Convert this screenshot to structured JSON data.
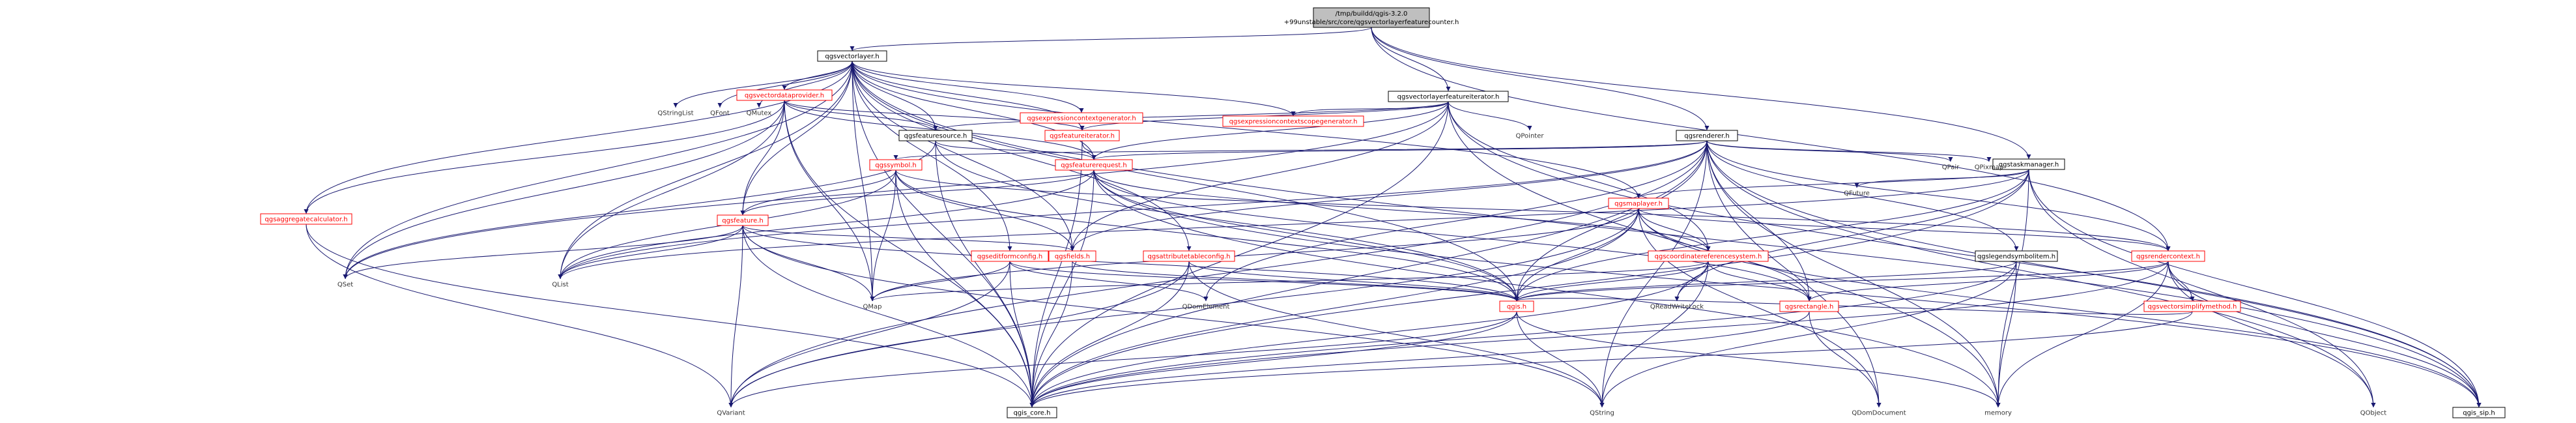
{
  "diagram": {
    "type": "include-dependency-graph",
    "colors": {
      "edge": "#191970",
      "root_fill": "#bfbfbf",
      "link_border": "#000000",
      "external_border": "#ff0000",
      "external_text": "#ff0000"
    },
    "nodes": [
      {
        "id": "root",
        "lines": [
          "/tmp/buildd/qgis-3.2.0",
          "+99unstable/src/core/qgsvectorlayerfeaturecounter.h"
        ],
        "style": "root"
      },
      {
        "id": "qgsvectorlayer",
        "lines": [
          "qgsvectorlayer.h"
        ],
        "style": "normal"
      },
      {
        "id": "qgsvectorlayerfeatureiterator",
        "lines": [
          "qgsvectorlayerfeatureiterator.h"
        ],
        "style": "normal"
      },
      {
        "id": "qgsrenderer",
        "lines": [
          "qgsrenderer.h"
        ],
        "style": "normal"
      },
      {
        "id": "qgstaskmanager",
        "lines": [
          "qgstaskmanager.h"
        ],
        "style": "normal"
      },
      {
        "id": "QStringList",
        "lines": [
          "QStringList"
        ],
        "style": "plain"
      },
      {
        "id": "QFont",
        "lines": [
          "QFont"
        ],
        "style": "plain"
      },
      {
        "id": "QMutex",
        "lines": [
          "QMutex"
        ],
        "style": "plain"
      },
      {
        "id": "qgsvectordataprovider",
        "lines": [
          "qgsvectordataprovider.h"
        ],
        "style": "red"
      },
      {
        "id": "qgsexpressioncontextgenerator",
        "lines": [
          "qgsexpressioncontextgenerator.h"
        ],
        "style": "red"
      },
      {
        "id": "qgsexpressioncontextscopegenerator",
        "lines": [
          "qgsexpressioncontextscopegenerator.h"
        ],
        "style": "red"
      },
      {
        "id": "qgsfeaturesource",
        "lines": [
          "qgsfeaturesource.h"
        ],
        "style": "normal"
      },
      {
        "id": "qgsfeatureiterator",
        "lines": [
          "qgsfeatureiterator.h"
        ],
        "style": "red"
      },
      {
        "id": "QPointer",
        "lines": [
          "QPointer"
        ],
        "style": "plain"
      },
      {
        "id": "qgsfeaturerequest",
        "lines": [
          "qgsfeaturerequest.h"
        ],
        "style": "red"
      },
      {
        "id": "qgssymbol",
        "lines": [
          "qgssymbol.h"
        ],
        "style": "red"
      },
      {
        "id": "qgsaggregatecalculator",
        "lines": [
          "qgsaggregatecalculator.h"
        ],
        "style": "red"
      },
      {
        "id": "qgsfeature",
        "lines": [
          "qgsfeature.h"
        ],
        "style": "red"
      },
      {
        "id": "qgsmaplayer",
        "lines": [
          "qgsmaplayer.h"
        ],
        "style": "red"
      },
      {
        "id": "QFuture",
        "lines": [
          "QFuture"
        ],
        "style": "plain"
      },
      {
        "id": "QPair",
        "lines": [
          "QPair"
        ],
        "style": "plain"
      },
      {
        "id": "QPixmap",
        "lines": [
          "QPixmap"
        ],
        "style": "plain"
      },
      {
        "id": "qgseditformconfig",
        "lines": [
          "qgseditformconfig.h"
        ],
        "style": "red"
      },
      {
        "id": "qgsfields",
        "lines": [
          "qgsfields.h"
        ],
        "style": "red"
      },
      {
        "id": "qgsattributetableconfig",
        "lines": [
          "qgsattributetableconfig.h"
        ],
        "style": "red"
      },
      {
        "id": "qgscoordinatereferencesystem",
        "lines": [
          "qgscoordinatereferencesystem.h"
        ],
        "style": "red"
      },
      {
        "id": "qgslegendsymbolitem",
        "lines": [
          "qgslegendsymbolitem.h"
        ],
        "style": "normal"
      },
      {
        "id": "qgsrendercontext",
        "lines": [
          "qgsrendercontext.h"
        ],
        "style": "red"
      },
      {
        "id": "QSet",
        "lines": [
          "QSet"
        ],
        "style": "plain"
      },
      {
        "id": "QList",
        "lines": [
          "QList"
        ],
        "style": "plain"
      },
      {
        "id": "QMap",
        "lines": [
          "QMap"
        ],
        "style": "plain"
      },
      {
        "id": "QDomElement",
        "lines": [
          "QDomElement"
        ],
        "style": "plain"
      },
      {
        "id": "qgis",
        "lines": [
          "qgis.h"
        ],
        "style": "red"
      },
      {
        "id": "QReadWriteLock",
        "lines": [
          "QReadWriteLock"
        ],
        "style": "plain"
      },
      {
        "id": "qgsrectangle",
        "lines": [
          "qgsrectangle.h"
        ],
        "style": "red"
      },
      {
        "id": "qgsvectorsimplifymethod",
        "lines": [
          "qgsvectorsimplifymethod.h"
        ],
        "style": "red"
      },
      {
        "id": "QVariant",
        "lines": [
          "QVariant"
        ],
        "style": "plain"
      },
      {
        "id": "qgis_core",
        "lines": [
          "qgis_core.h"
        ],
        "style": "normal"
      },
      {
        "id": "QString",
        "lines": [
          "QString"
        ],
        "style": "plain"
      },
      {
        "id": "QDomDocument",
        "lines": [
          "QDomDocument"
        ],
        "style": "plain"
      },
      {
        "id": "memory",
        "lines": [
          "memory"
        ],
        "style": "plain"
      },
      {
        "id": "QObject",
        "lines": [
          "QObject"
        ],
        "style": "plain"
      },
      {
        "id": "qgis_sip",
        "lines": [
          "qgis_sip.h"
        ],
        "style": "normal"
      }
    ],
    "edges": [
      [
        "root",
        "qgsvectorlayer"
      ],
      [
        "root",
        "qgsvectorlayerfeatureiterator"
      ],
      [
        "root",
        "qgsrenderer"
      ],
      [
        "root",
        "qgstaskmanager"
      ],
      [
        "root",
        "qgsrendercontext"
      ],
      [
        "qgsvectorlayer",
        "QStringList"
      ],
      [
        "qgsvectorlayer",
        "QFont"
      ],
      [
        "qgsvectorlayer",
        "QMutex"
      ],
      [
        "qgsvectorlayer",
        "qgsvectordataprovider"
      ],
      [
        "qgsvectorlayer",
        "qgsexpressioncontextgenerator"
      ],
      [
        "qgsvectorlayer",
        "qgsexpressioncontextscopegenerator"
      ],
      [
        "qgsvectorlayer",
        "qgsfeaturesource"
      ],
      [
        "qgsvectorlayer",
        "qgsfeatureiterator"
      ],
      [
        "qgsvectorlayer",
        "qgsfeaturerequest"
      ],
      [
        "qgsvectorlayer",
        "qgsaggregatecalculator"
      ],
      [
        "qgsvectorlayer",
        "qgsfeature"
      ],
      [
        "qgsvectorlayer",
        "qgsmaplayer"
      ],
      [
        "qgsvectorlayer",
        "qgseditformconfig"
      ],
      [
        "qgsvectorlayer",
        "qgsfields"
      ],
      [
        "qgsvectorlayer",
        "qgsattributetableconfig"
      ],
      [
        "qgsvectorlayer",
        "QSet"
      ],
      [
        "qgsvectorlayer",
        "QList"
      ],
      [
        "qgsvectorlayer",
        "QMap"
      ],
      [
        "qgsvectorlayer",
        "qgis"
      ],
      [
        "qgsvectorlayer",
        "qgis_core"
      ],
      [
        "qgsvectorlayer",
        "qgis_sip"
      ],
      [
        "qgsvectordataprovider",
        "qgsfeaturesource"
      ],
      [
        "qgsvectordataprovider",
        "qgsfeaturerequest"
      ],
      [
        "qgsvectordataprovider",
        "qgsaggregatecalculator"
      ],
      [
        "qgsvectordataprovider",
        "qgsfeature"
      ],
      [
        "qgsvectordataprovider",
        "QSet"
      ],
      [
        "qgsvectordataprovider",
        "QList"
      ],
      [
        "qgsvectordataprovider",
        "QMap"
      ],
      [
        "qgsvectordataprovider",
        "qgis_core"
      ],
      [
        "qgsvectordataprovider",
        "qgsfeatureiterator"
      ],
      [
        "qgsvectorlayerfeatureiterator",
        "qgsfeaturesource"
      ],
      [
        "qgsvectorlayerfeatureiterator",
        "qgsfeatureiterator"
      ],
      [
        "qgsvectorlayerfeatureiterator",
        "qgsexpressioncontextscopegenerator"
      ],
      [
        "qgsvectorlayerfeatureiterator",
        "QPointer"
      ],
      [
        "qgsvectorlayerfeatureiterator",
        "qgsfields"
      ],
      [
        "qgsvectorlayerfeatureiterator",
        "QSet"
      ],
      [
        "qgsvectorlayerfeatureiterator",
        "qgis_core"
      ],
      [
        "qgsvectorlayerfeatureiterator",
        "qgis_sip"
      ],
      [
        "qgsvectorlayerfeatureiterator",
        "qgscoordinatereferencesystem"
      ],
      [
        "qgsvectorlayerfeatureiterator",
        "memory"
      ],
      [
        "qgsvectorlayerfeatureiterator",
        "qgsfeaturerequest"
      ],
      [
        "qgsfeaturesource",
        "qgsfeaturerequest"
      ],
      [
        "qgsfeaturesource",
        "QSet"
      ],
      [
        "qgsfeaturesource",
        "qgis_core"
      ],
      [
        "qgsfeaturesource",
        "qgis"
      ],
      [
        "qgsfeatureiterator",
        "qgsfeaturerequest"
      ],
      [
        "qgsfeatureiterator",
        "qgis_core"
      ],
      [
        "qgsfeaturerequest",
        "qgsfeature"
      ],
      [
        "qgsfeaturerequest",
        "qgsrectangle"
      ],
      [
        "qgsfeaturerequest",
        "QList"
      ],
      [
        "qgsfeaturerequest",
        "qgis"
      ],
      [
        "qgsfeaturerequest",
        "qgis_core"
      ],
      [
        "qgsfeaturerequest",
        "memory"
      ],
      [
        "qgsfeaturerequest",
        "qgis_sip"
      ],
      [
        "qgsfeaturerequest",
        "qgscoordinatereferencesystem"
      ],
      [
        "qgsrenderer",
        "qgssymbol"
      ],
      [
        "qgsrenderer",
        "qgsfields"
      ],
      [
        "qgsrenderer",
        "qgsfeaturerequest"
      ],
      [
        "qgsrenderer",
        "qgis"
      ],
      [
        "qgsrenderer",
        "qgis_core"
      ],
      [
        "qgsrenderer",
        "qgis_sip"
      ],
      [
        "qgsrenderer",
        "QList"
      ],
      [
        "qgsrenderer",
        "QPair"
      ],
      [
        "qgsrenderer",
        "QPixmap"
      ],
      [
        "qgsrenderer",
        "QDomElement"
      ],
      [
        "qgsrenderer",
        "QDomDocument"
      ],
      [
        "qgsrenderer",
        "qgslegendsymbolitem"
      ],
      [
        "qgsrenderer",
        "qgsrendercontext"
      ],
      [
        "qgsrenderer",
        "QString"
      ],
      [
        "qgsrenderer",
        "QVariant"
      ],
      [
        "qgsrenderer",
        "memory"
      ],
      [
        "qgsrenderer",
        "QObject"
      ],
      [
        "qgsrenderer",
        "qgsrectangle"
      ],
      [
        "qgssymbol",
        "qgsfeature"
      ],
      [
        "qgssymbol",
        "qgsfields"
      ],
      [
        "qgssymbol",
        "QList"
      ],
      [
        "qgssymbol",
        "QMap"
      ],
      [
        "qgssymbol",
        "qgis"
      ],
      [
        "qgssymbol",
        "qgis_core"
      ],
      [
        "qgssymbol",
        "qgsrendercontext"
      ],
      [
        "qgsaggregatecalculator",
        "qgis_core"
      ],
      [
        "qgsaggregatecalculator",
        "QVariant"
      ],
      [
        "qgsfeature",
        "QSet"
      ],
      [
        "qgsfeature",
        "QList"
      ],
      [
        "qgsfeature",
        "QMap"
      ],
      [
        "qgsfeature",
        "QVariant"
      ],
      [
        "qgsfeature",
        "qgsfields"
      ],
      [
        "qgsfeature",
        "qgis"
      ],
      [
        "qgsfeature",
        "qgis_core"
      ],
      [
        "qgsfeature",
        "QString"
      ],
      [
        "qgstaskmanager",
        "qgsmaplayer"
      ],
      [
        "qgstaskmanager",
        "QFuture"
      ],
      [
        "qgstaskmanager",
        "qgis"
      ],
      [
        "qgstaskmanager",
        "QObject"
      ],
      [
        "qgstaskmanager",
        "qgis_core"
      ],
      [
        "qgstaskmanager",
        "QReadWriteLock"
      ],
      [
        "qgstaskmanager",
        "QList"
      ],
      [
        "qgstaskmanager",
        "qgis_sip"
      ],
      [
        "qgstaskmanager",
        "memory"
      ],
      [
        "qgsmaplayer",
        "qgis"
      ],
      [
        "qgsmaplayer",
        "qgsrectangle"
      ],
      [
        "qgsmaplayer",
        "qgscoordinatereferencesystem"
      ],
      [
        "qgsmaplayer",
        "qgsrendercontext"
      ],
      [
        "qgsmaplayer",
        "QDomDocument"
      ],
      [
        "qgsmaplayer",
        "QMap"
      ],
      [
        "qgsmaplayer",
        "QVariant"
      ],
      [
        "qgsmaplayer",
        "qgis_core"
      ],
      [
        "qgsmaplayer",
        "qgis_sip"
      ],
      [
        "qgseditformconfig",
        "QMap"
      ],
      [
        "qgseditformconfig",
        "QDomElement"
      ],
      [
        "qgseditformconfig",
        "qgis_core"
      ],
      [
        "qgseditformconfig",
        "qgis"
      ],
      [
        "qgseditformconfig",
        "QVariant"
      ],
      [
        "qgsfields",
        "qgis_core"
      ],
      [
        "qgsfields",
        "qgis"
      ],
      [
        "qgsattributetableconfig",
        "qgis"
      ],
      [
        "qgsattributetableconfig",
        "qgis_core"
      ],
      [
        "qgsattributetableconfig",
        "QVariant"
      ],
      [
        "qgsattributetableconfig",
        "QString"
      ],
      [
        "qgscoordinatereferencesystem",
        "qgis_core"
      ],
      [
        "qgscoordinatereferencesystem",
        "qgis"
      ],
      [
        "qgscoordinatereferencesystem",
        "QMap"
      ],
      [
        "qgscoordinatereferencesystem",
        "QReadWriteLock"
      ],
      [
        "qgscoordinatereferencesystem",
        "QString"
      ],
      [
        "qgscoordinatereferencesystem",
        "qgsrectangle"
      ],
      [
        "qgslegendsymbolitem",
        "qgis"
      ],
      [
        "qgslegendsymbolitem",
        "qgis_core"
      ],
      [
        "qgslegendsymbolitem",
        "memory"
      ],
      [
        "qgslegendsymbolitem",
        "QString"
      ],
      [
        "qgsrendercontext",
        "qgis_core"
      ],
      [
        "qgsrendercontext",
        "qgis_sip"
      ],
      [
        "qgsrendercontext",
        "qgsrectangle"
      ],
      [
        "qgsrendercontext",
        "qgsvectorsimplifymethod"
      ],
      [
        "qgsrendercontext",
        "qgis"
      ],
      [
        "qgsrendercontext",
        "memory"
      ],
      [
        "qgsrendercontext",
        "QObject"
      ],
      [
        "qgsvectorsimplifymethod",
        "qgis_core"
      ],
      [
        "qgsvectorsimplifymethod",
        "qgis"
      ],
      [
        "qgsrectangle",
        "QDomDocument"
      ],
      [
        "qgsrectangle",
        "qgis_core"
      ],
      [
        "qgis",
        "qgis_core"
      ],
      [
        "qgis",
        "QString"
      ],
      [
        "qgis",
        "QVariant"
      ],
      [
        "qgis",
        "memory"
      ]
    ]
  }
}
